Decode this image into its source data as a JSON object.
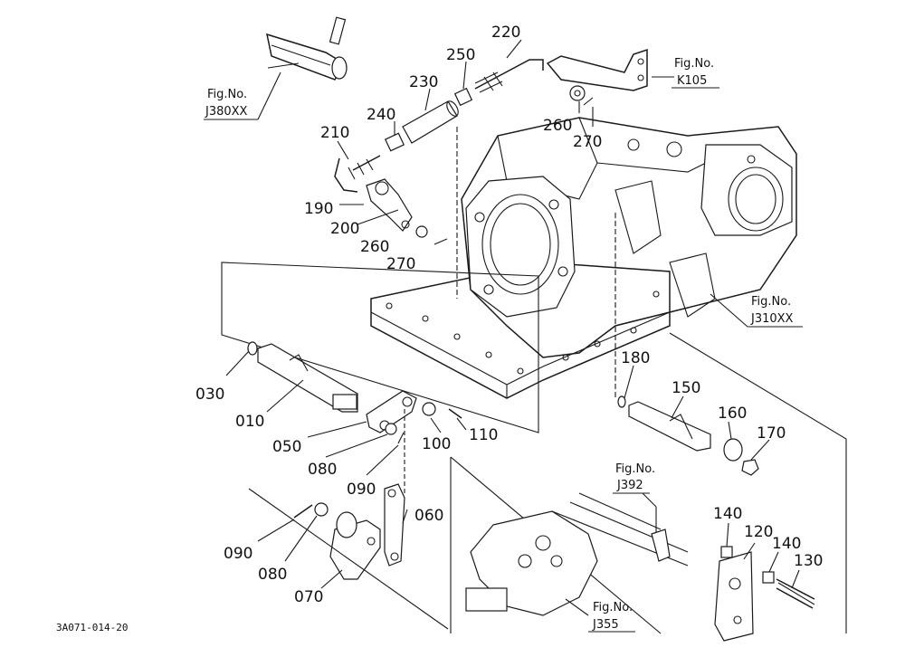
{
  "parts": {
    "p220": "220",
    "p250": "250",
    "p230": "230",
    "p240": "240",
    "p210": "210",
    "p260a": "260",
    "p270a": "270",
    "p190": "190",
    "p200": "200",
    "p260b": "260",
    "p270b": "270",
    "p030": "030",
    "p010": "010",
    "p050": "050",
    "p080a": "080",
    "p090a": "090",
    "p100": "100",
    "p110": "110",
    "p060": "060",
    "p090b": "090",
    "p080b": "080",
    "p070": "070",
    "p180": "180",
    "p150": "150",
    "p160": "160",
    "p170": "170",
    "p140a": "140",
    "p120": "120",
    "p140b": "140",
    "p130": "130"
  },
  "refs": {
    "j380": {
      "title": "Fig.No.",
      "code": "J380XX"
    },
    "k105": {
      "title": "Fig.No.",
      "code": "K105"
    },
    "j310": {
      "title": "Fig.No.",
      "code": "J310XX"
    },
    "j392": {
      "title": "Fig.No.",
      "code": "J392"
    },
    "j355": {
      "title": "Fig.No.",
      "code": "J355"
    }
  },
  "diagram_code": "3A071-014-20"
}
